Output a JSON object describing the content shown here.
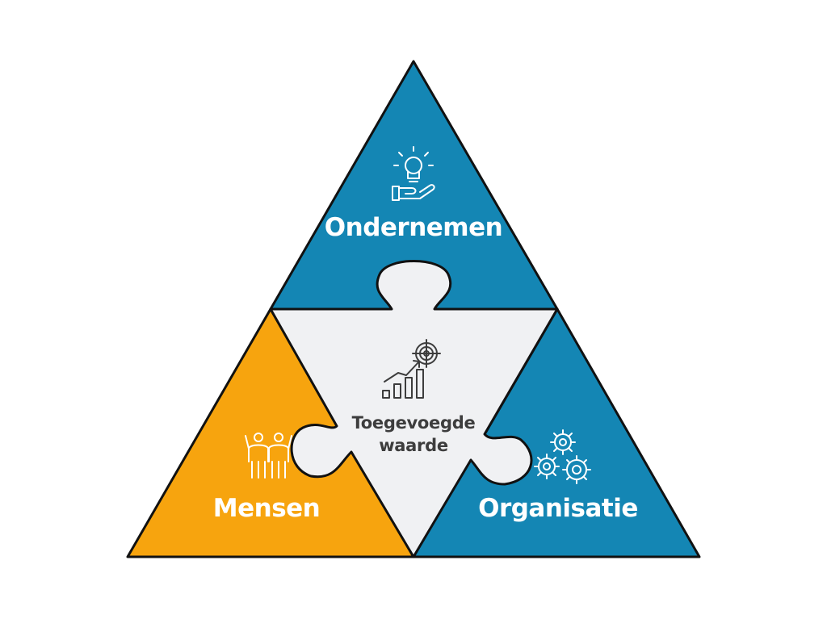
{
  "diagram": {
    "sections": {
      "top": {
        "label": "Ondernemen",
        "icon": "lightbulb-in-hand-icon",
        "color": "#1486b4"
      },
      "left": {
        "label": "Mensen",
        "icon": "people-group-icon",
        "color": "#f7a40e"
      },
      "right": {
        "label": "Organisatie",
        "icon": "gears-icon",
        "color": "#1486b4"
      },
      "center": {
        "label_line1": "Toegevoegde",
        "label_line2": "waarde",
        "icon": "growth-target-chart-icon",
        "color": "#f0f1f3"
      }
    },
    "outline_color": "#111111"
  }
}
